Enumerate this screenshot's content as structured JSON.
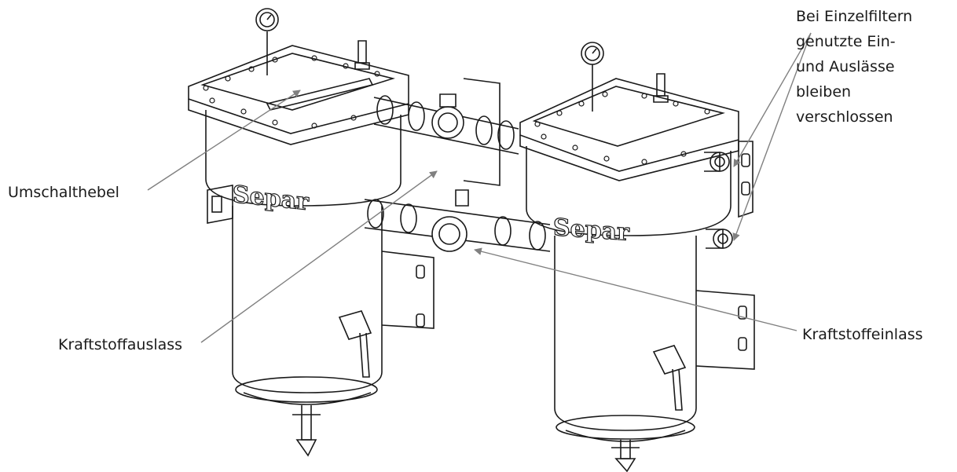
{
  "labels": {
    "umschalthebel": "Umschalthebel",
    "kraftstoffauslass": "Kraftstoffauslass",
    "kraftstoffeinlass": "Kraftstoffeinlass",
    "einzelfilter_lines": [
      "Bei Einzelfiltern",
      "genutzte Ein-",
      "und Auslässe",
      "bleiben",
      "verschlossen"
    ]
  },
  "filters": {
    "left_brand": "Separ",
    "right_brand": "Separ"
  },
  "colors": {
    "line": "#1a1a1a",
    "leader": "#808080",
    "background": "#ffffff"
  }
}
